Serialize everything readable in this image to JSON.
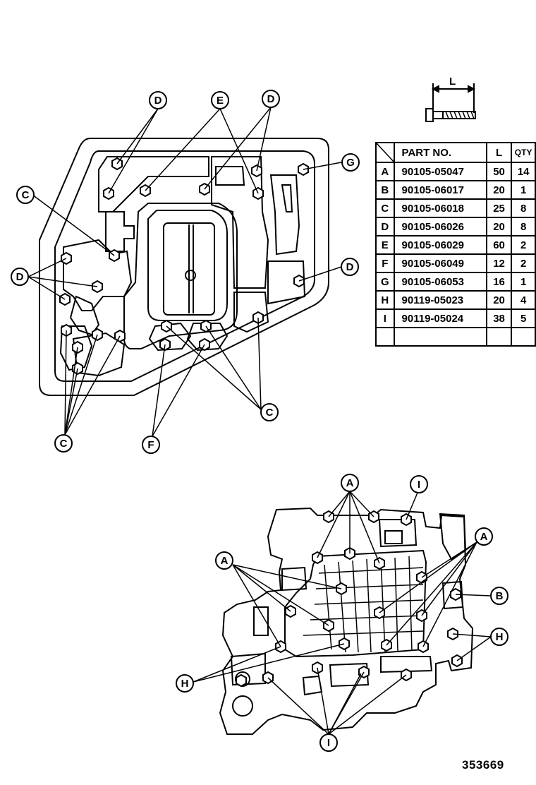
{
  "bolt_dimension_label": "L",
  "parts_table": {
    "headers": {
      "part_no": "PART NO.",
      "length": "L",
      "qty": "QTY"
    },
    "rows": [
      {
        "code": "A",
        "part_no": "90105-05047",
        "length": "50",
        "qty": "14"
      },
      {
        "code": "B",
        "part_no": "90105-06017",
        "length": "20",
        "qty": "1"
      },
      {
        "code": "C",
        "part_no": "90105-06018",
        "length": "25",
        "qty": "8"
      },
      {
        "code": "D",
        "part_no": "90105-06026",
        "length": "20",
        "qty": "8"
      },
      {
        "code": "E",
        "part_no": "90105-06029",
        "length": "60",
        "qty": "2"
      },
      {
        "code": "F",
        "part_no": "90105-06049",
        "length": "12",
        "qty": "2"
      },
      {
        "code": "G",
        "part_no": "90105-06053",
        "length": "16",
        "qty": "1"
      },
      {
        "code": "H",
        "part_no": "90119-05023",
        "length": "20",
        "qty": "4"
      },
      {
        "code": "I",
        "part_no": "90119-05024",
        "length": "38",
        "qty": "5"
      }
    ]
  },
  "callouts": {
    "top": [
      "D",
      "E",
      "D",
      "G",
      "C",
      "D",
      "D",
      "C",
      "F",
      "C"
    ],
    "bottom": [
      "A",
      "I",
      "A",
      "A",
      "B",
      "H",
      "H",
      "I"
    ]
  },
  "catalog_number": "353669"
}
